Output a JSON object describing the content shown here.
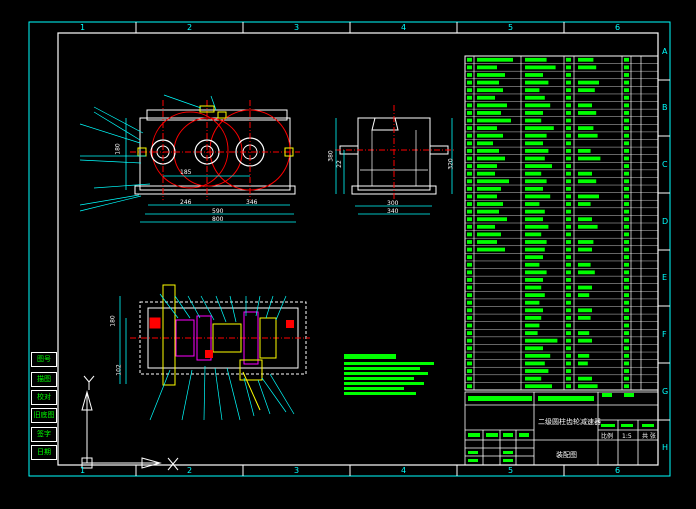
{
  "frame": {
    "top_zones": [
      "1",
      "2",
      "3",
      "4",
      "5",
      "6"
    ],
    "bottom_zones": [
      "1",
      "2",
      "3",
      "4",
      "5",
      "6"
    ],
    "right_zones": [
      "A",
      "B",
      "C",
      "D",
      "E",
      "F",
      "G",
      "H"
    ]
  },
  "dimensions": {
    "front_height": "180",
    "front_shaft_dist": "185",
    "front_w1": "246",
    "front_w2": "346",
    "front_total_inner": "590",
    "front_total": "800",
    "side_height_a": "380",
    "side_height_b": "22",
    "side_width": "340",
    "side_height_right": "320",
    "side_width_inner": "300",
    "plan_left": "180",
    "plan_left_b": "102"
  },
  "left_column": [
    "图号",
    "描图",
    "校对",
    "旧底图总号",
    "签字",
    "日期"
  ],
  "title_block": {
    "name": "二级圆柱齿轮减速器",
    "scale_label": "比例",
    "scale_value": "1:5",
    "sheet_label": "共 张",
    "material": "装配图"
  },
  "colors": {
    "cyan": "#00ffff",
    "green": "#00ff00",
    "red": "#ff0000",
    "yellow": "#ffff00",
    "magenta": "#ff00ff",
    "white": "#ffffff"
  }
}
